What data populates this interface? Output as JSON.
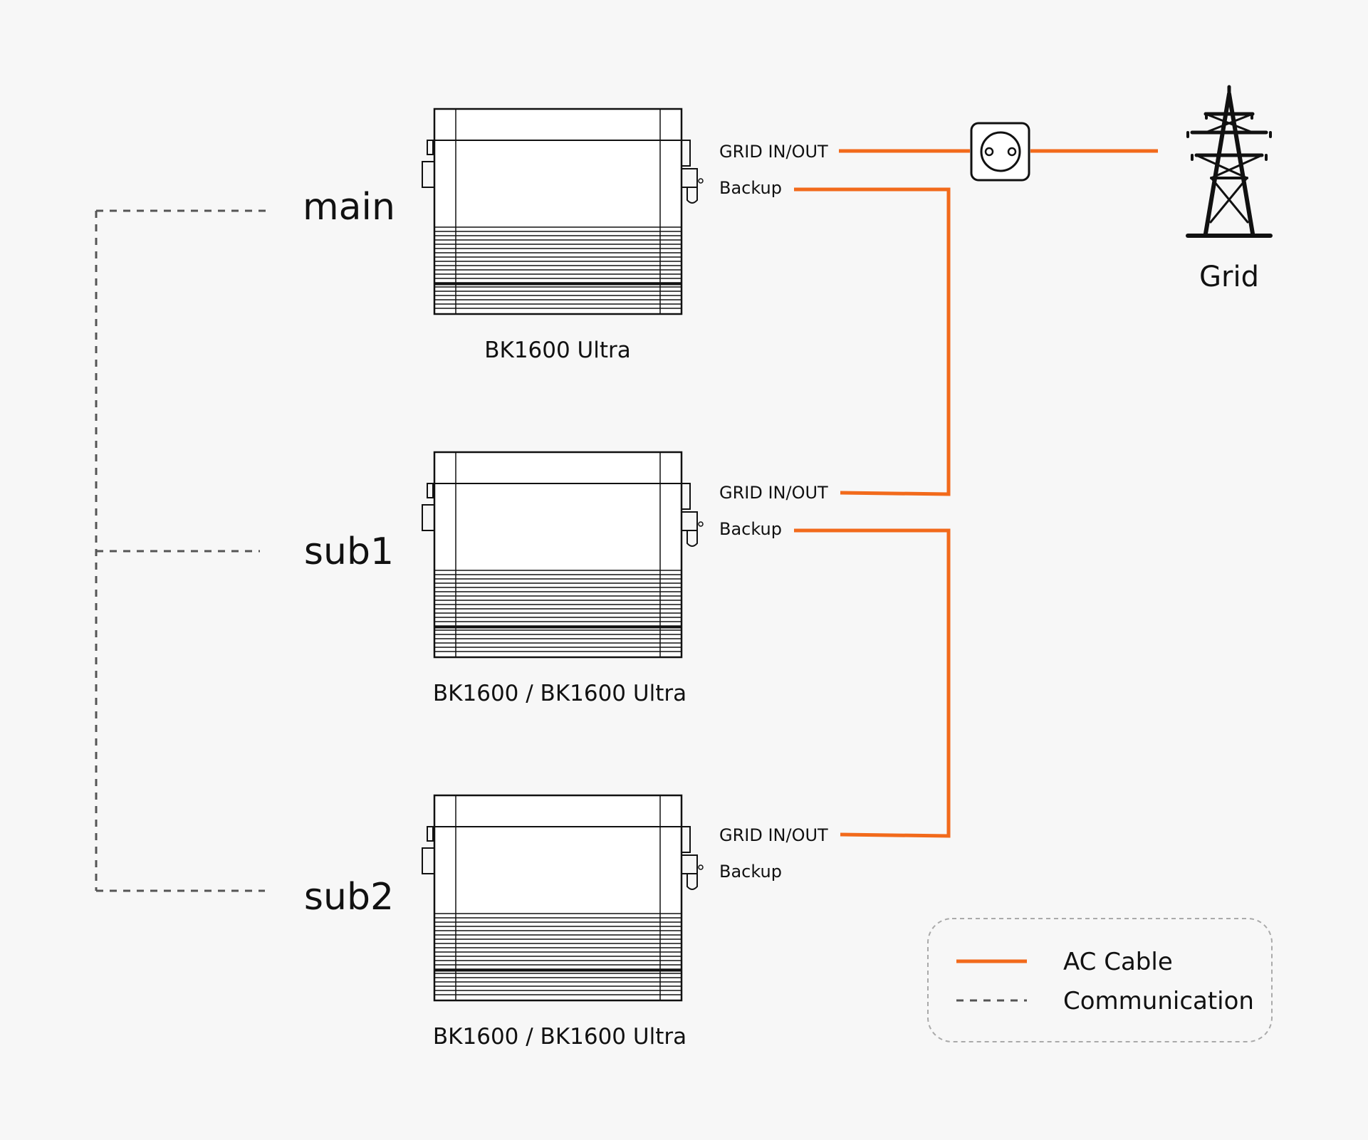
{
  "colors": {
    "background": "#f7f7f7",
    "ac_cable": "#f26a1b",
    "communication": "#555555",
    "device_outline": "#111111"
  },
  "units": [
    {
      "role": "main",
      "model": "BK1600 Ultra",
      "port_grid": "GRID IN/OUT",
      "port_backup": "Backup"
    },
    {
      "role": "sub1",
      "model": "BK1600 / BK1600 Ultra",
      "port_grid": "GRID IN/OUT",
      "port_backup": "Backup"
    },
    {
      "role": "sub2",
      "model": "BK1600 / BK1600 Ultra",
      "port_grid": "GRID IN/OUT",
      "port_backup": "Backup"
    }
  ],
  "grid": {
    "label": "Grid",
    "icon": "transmission-tower-icon",
    "outlet_icon": "wall-socket-icon"
  },
  "legend": {
    "ac_cable": "AC Cable",
    "communication": "Communication"
  }
}
